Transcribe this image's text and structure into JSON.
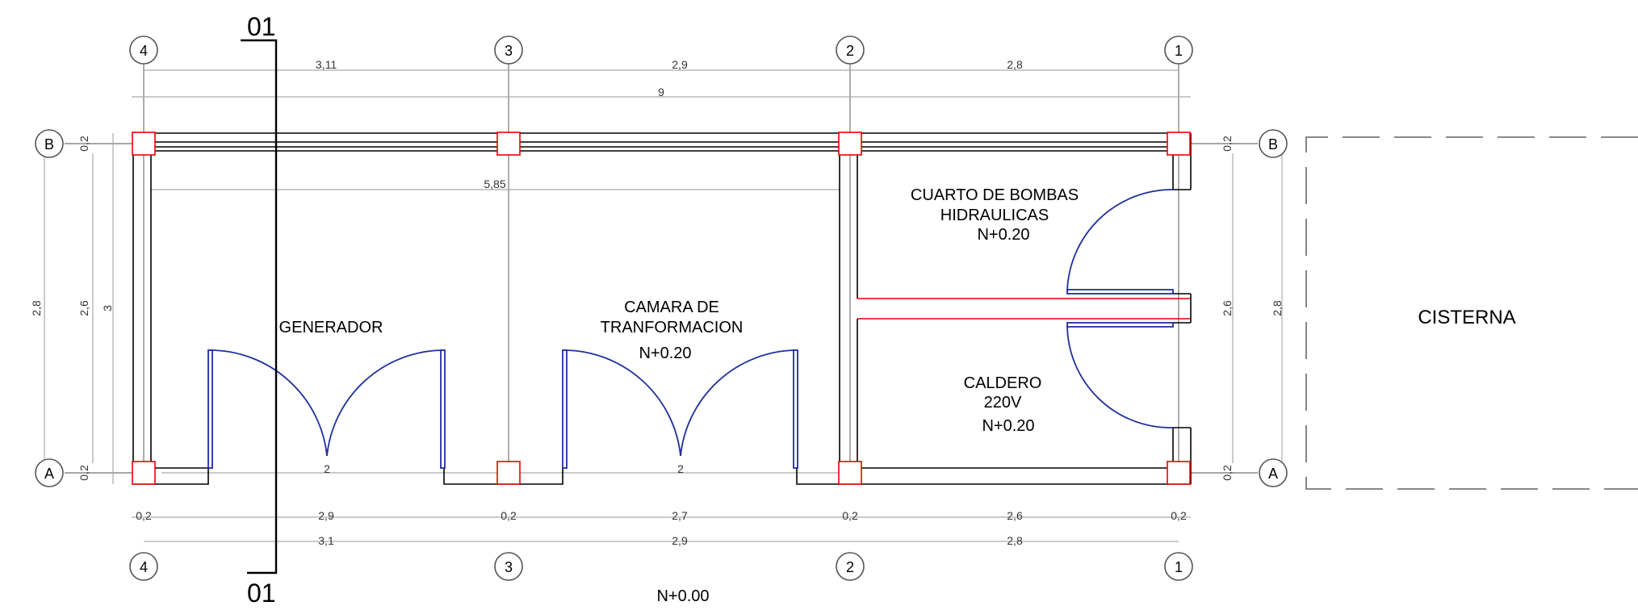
{
  "axes": {
    "vertical": [
      "4",
      "3",
      "2",
      "1"
    ],
    "horizontal": [
      "B",
      "A"
    ]
  },
  "section_marks": [
    "01",
    "01"
  ],
  "dimensions": {
    "top_row1": [
      "3,11",
      "2,9",
      "2,8"
    ],
    "top_total": "9",
    "inner_top": "5,85",
    "bottom_row1": [
      "0,2",
      "2,9",
      "0,2",
      "2,7",
      "0,2",
      "2,6",
      "0,2"
    ],
    "bottom_row2": [
      "3,1",
      "2,9",
      "2,8"
    ],
    "door_widths": [
      "2",
      "2"
    ],
    "left": {
      "outer": "2,8",
      "middle": "2,6",
      "inner": "3",
      "top_small": "0,2",
      "bottom_small": "0,2"
    },
    "right": {
      "top_small": "0,2",
      "bottom_small": "0,2",
      "middle": "2,6",
      "outer": "2,8"
    }
  },
  "rooms": {
    "generador": {
      "name": "GENERADOR"
    },
    "camara": {
      "line1": "CAMARA DE",
      "line2": "TRANFORMACION",
      "level": "N+0.20"
    },
    "bombas": {
      "line1": "CUARTO DE BOMBAS",
      "line2": "HIDRAULICAS",
      "level": "N+0.20"
    },
    "caldero": {
      "line1": "CALDERO",
      "line2": "220V",
      "level": "N+0.20"
    },
    "cisterna": {
      "name": "CISTERNA"
    }
  },
  "ground_level": "N+0.00",
  "colors": {
    "column": "#e00000",
    "door": "#1f2f9f",
    "wall": "#000000",
    "partition": "#d00000"
  }
}
